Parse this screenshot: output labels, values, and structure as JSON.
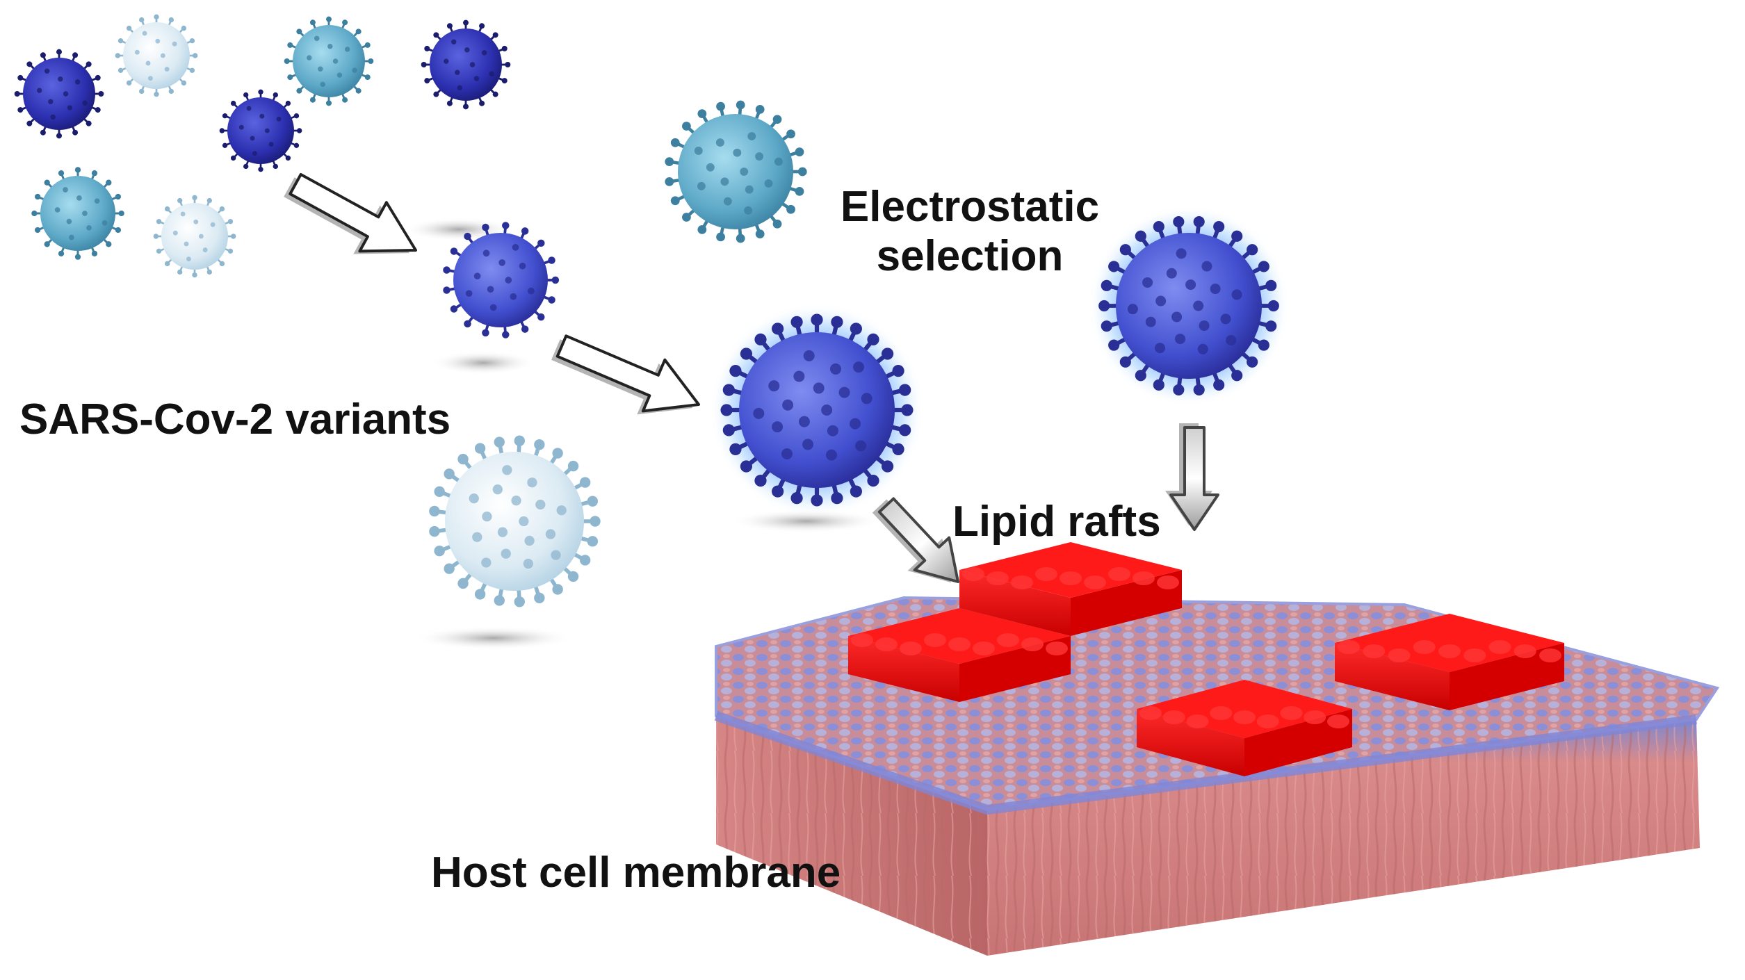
{
  "labels": {
    "variants": "SARS-Cov-2 variants",
    "electrostatic_line1": "Electrostatic",
    "electrostatic_line2": "selection",
    "lipid_rafts": "Lipid rafts",
    "host_membrane": "Host cell membrane"
  },
  "colors": {
    "virus_dark": "#2b2fa8",
    "virus_mid": "#4a5ed6",
    "virus_cyan": "#5aa8c6",
    "virus_pale": "#a9cde0",
    "glow": "#7fb8ff",
    "raft": "#f01010",
    "membrane": "#d98585",
    "membrane_blue": "#7f86d6",
    "shadow": "#c8c8c8"
  }
}
